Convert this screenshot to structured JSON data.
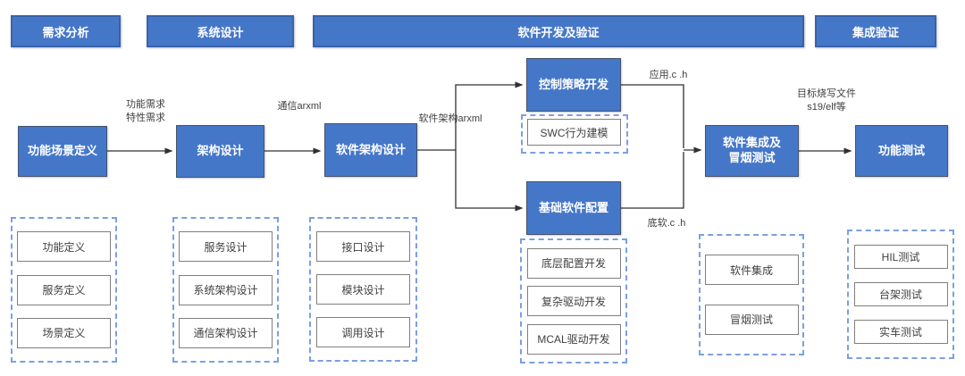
{
  "phases": [
    {
      "label": "需求分析"
    },
    {
      "label": "系统设计"
    },
    {
      "label": "软件开发及验证"
    },
    {
      "label": "集成验证"
    }
  ],
  "nodes": {
    "scene_definition": "功能场景定义",
    "architecture_design": "架构设计",
    "software_architecture_design": "软件架构设计",
    "control_strategy_dev": "控制策略开发",
    "basic_software_config": "基础软件配置",
    "integration_smoke_test": "软件集成及\n冒烟测试",
    "function_test": "功能测试"
  },
  "edge_labels": {
    "requirements": "功能需求\n特性需求",
    "comm_arxml": "通信arxml",
    "sw_arch_arxml": "软件架构arxml",
    "app_files": "应用.c .h",
    "bsw_files": "底软.c .h",
    "target_files": "目标烧写文件\ns19/elf等"
  },
  "swc_box": "SWC行为建模",
  "columns": [
    {
      "items": [
        "功能定义",
        "服务定义",
        "场景定义"
      ]
    },
    {
      "items": [
        "服务设计",
        "系统架构设计",
        "通信架构设计"
      ]
    },
    {
      "items": [
        "接口设计",
        "模块设计",
        "调用设计"
      ]
    },
    {
      "items": [
        "底层配置开发",
        "复杂驱动开发",
        "MCAL驱动开发"
      ]
    },
    {
      "items": [
        "软件集成",
        "冒烟测试"
      ]
    },
    {
      "items": [
        "HIL测试",
        "台架测试",
        "实车测试"
      ]
    }
  ],
  "colors": {
    "node_blue": "#4577C9",
    "node_border": "#44546A",
    "dashed_blue": "#7C9FE3",
    "line_color": "#303030",
    "mini_border": "#7F7F7F",
    "label_text": "#3F3F3F"
  }
}
